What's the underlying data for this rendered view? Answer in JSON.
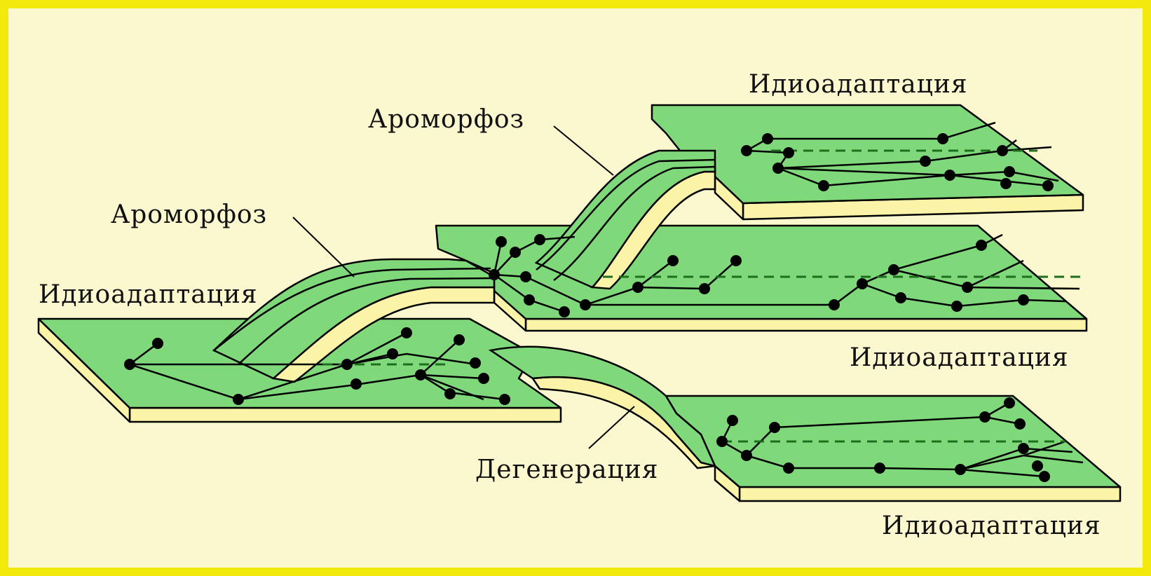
{
  "labels": {
    "idio_top": "Идиоадаптация",
    "aromorphoz_upper": "Ароморфоз",
    "aromorphoz_lower": "Ароморфоз",
    "idio_left": "Идиоадаптация",
    "idio_middle": "Идиоадаптация",
    "degeneration": "Дегенерация",
    "idio_bottom": "Идиоадаптация"
  },
  "colors": {
    "frame_border": "#f2ea0a",
    "background": "#fbf8d0",
    "plane_green": "#7fd97b",
    "plane_edge": "#fbf3a8",
    "dashed_line": "#1e6e1e"
  }
}
